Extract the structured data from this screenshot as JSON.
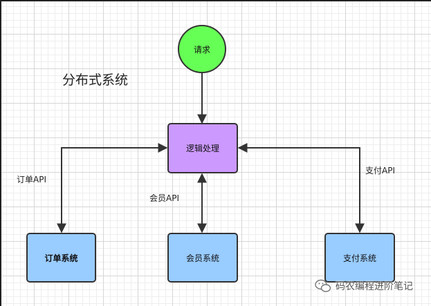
{
  "title": "分布式系统",
  "nodes": {
    "request": "请求",
    "logic": "逻辑处理",
    "order_system": "订单系统",
    "member_system": "会员系统",
    "payment_system": "支付系统"
  },
  "edges": {
    "order_api": "订单API",
    "member_api": "会员API",
    "payment_api": "支付API"
  },
  "watermark": "码农编程进阶笔记",
  "colors": {
    "request_fill": "#66ff55",
    "logic_fill": "#cc99ff",
    "system_fill": "#99ccff",
    "line": "#333333"
  }
}
